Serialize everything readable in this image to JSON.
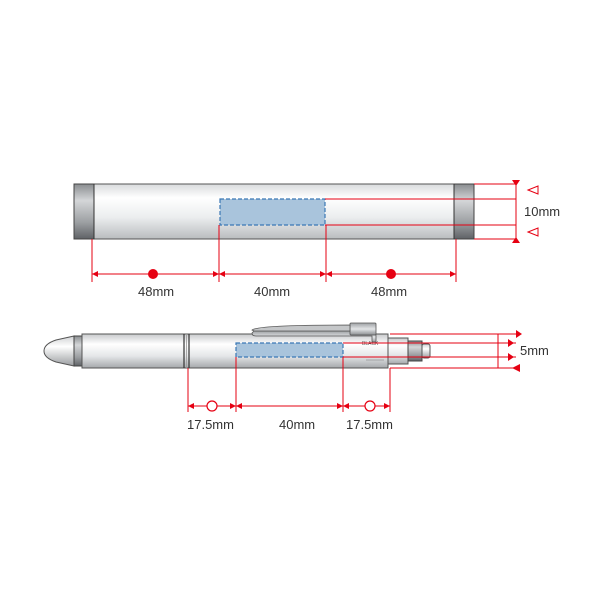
{
  "colors": {
    "dimension_line": "#e60012",
    "print_area_fill": "#a9c4dc",
    "print_area_border": "#3a78b5",
    "body_outline": "#555555"
  },
  "top_view": {
    "dim_left": "48mm",
    "dim_center": "40mm",
    "dim_right": "48mm",
    "dim_height": "10mm"
  },
  "side_view": {
    "dim_left": "17.5mm",
    "dim_center": "40mm",
    "dim_right": "17.5mm",
    "dim_height": "5mm",
    "body_label": "BLACK"
  }
}
